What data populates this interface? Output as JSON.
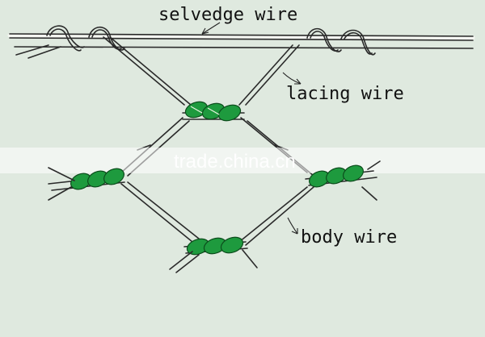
{
  "labels": {
    "selvedge": "selvedge wire",
    "lacing": "lacing wire",
    "body": "body wire"
  },
  "watermark": "trade.china.cn",
  "colors": {
    "background": "#dfe9df",
    "twist_green": "#1e9a3e",
    "wire": "#2a2a2a"
  }
}
